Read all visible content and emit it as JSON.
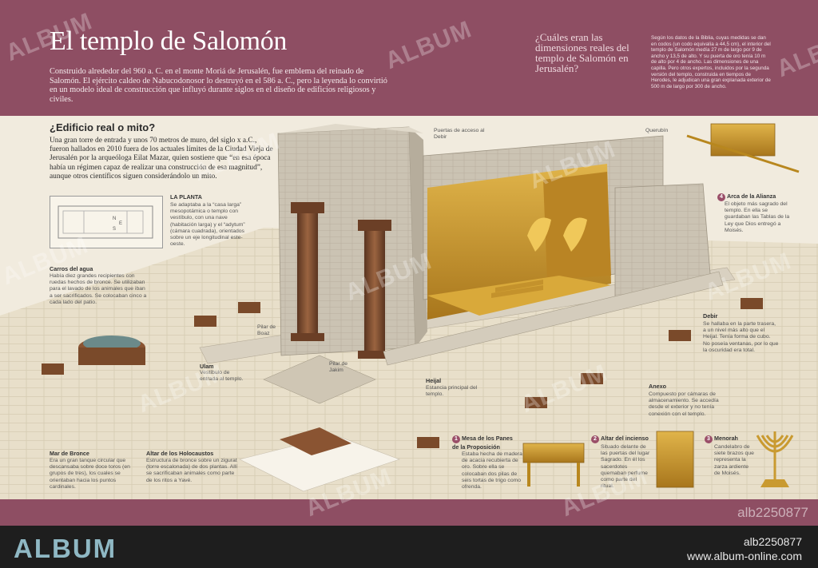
{
  "header": {
    "title": "El templo de Salomón",
    "intro": "Construido alrededor del 960 a. C. en el monte Moriá de Jerusalén, fue emblema del reinado de Salomón. El ejército caldeo de Nabucodonosor lo destruyó en el 586 a. C., pero la leyenda lo convirtió en un modelo ideal de construcción que influyó durante siglos en el diseño de edificios religiosos y civiles.",
    "question": "¿Cuáles eran las dimensiones reales del templo de Salomón en Jerusalén?",
    "dimensions": "Según los datos de la Biblia, cuyas medidas se dan en codos (un codo equivalía a 44,5 cm), el interior del templo de Salomón medía 27 m de largo por 9 de ancho y 13,5 de alto. Y su puerta de oro tenía 10 m de alto por 4 de ancho. Las dimensiones de una capilla. Pero otros expertos, incluidos por la segunda versión del templo, construida en tiempos de Herodes, le adjudican una gran explanada exterior de 500 m de largo por 300 de ancho."
  },
  "edificio": {
    "heading": "¿Edificio real o mito?",
    "text": "Una gran torre de entrada y unos 70 metros de muro, del siglo x a.C., fueron hallados en 2010 fuera de los actuales límites de la Ciudad Vieja de Jerusalén por la arqueóloga Eilat Mazar, quien sostiene que “en esa época había un régimen capaz de realizar una construcción de esa magnitud”, aunque otros científicos siguen considerándolo un mito."
  },
  "planta": {
    "title": "LA PLANTA",
    "text": "Se adaptaba a la “casa larga” mesopotámica o templo con vestíbulo, con una nave (habitación larga) y el “adytum” (cámara cuadrada), orientados sobre un eje longitudinal este-oeste.",
    "compass": [
      "N",
      "E",
      "S"
    ]
  },
  "labels": {
    "carros_title": "Carros del agua",
    "carros_text": "Había diez grandes recipientes con ruedas hechos de bronce. Se utilizaban para el lavado de los animales que iban a ser sacrificados. Se colocaban cinco a cada lado del patio.",
    "mar_title": "Mar de Bronce",
    "mar_text": "Era un gran tanque circular que descansaba sobre doce toros (en grupos de tres), los cuales se orientaban hacia los puntos cardinales.",
    "altar_holo_title": "Altar de los Holocaustos",
    "altar_holo_text": "Estructura de bronce sobre un zigurat (torre escalonada) de dos plantas. Allí se sacrificaban animales como parte de los ritos a Yavé.",
    "ulam_title": "Ulam",
    "ulam_text": "Vestíbulo de entrada al templo.",
    "boaz": "Pilar de Boaz",
    "jakim": "Pilar de Jakim",
    "heijal_title": "Heijal",
    "heijal_text": "Estancia principal del templo.",
    "puertas": "Puertas de acceso al Debir",
    "querubin": "Querubín",
    "arca_title": "Arca de la Alianza",
    "arca_text": "El objeto más sagrado del templo. En ella se guardaban las Tablas de la Ley que Dios entregó a Moisés.",
    "debir_title": "Debir",
    "debir_text": "Se hallaba en la parte trasera, a un nivel más alto que el Heijal. Tenía forma de cubo. No poseía ventanas, por lo que la oscuridad era total.",
    "anexo_title": "Anexo",
    "anexo_text": "Compuesto por cámaras de almacenamiento. Se accedía desde el exterior y no tenía conexión con el templo.",
    "mesa_title": "Mesa de los Panes de la Proposición",
    "mesa_text": "Estaba hecha de madera de acacia recubierta de oro. Sobre ella se colocaban dos pilas de seis tortas de trigo como ofrenda.",
    "altar_inc_title": "Altar del incienso",
    "altar_inc_text": "Situado delante de las puertas del lugar Sagrado. En él los sacerdotes quemaban perfume como parte del ritual.",
    "menorah_title": "Menorah",
    "menorah_text": "Candelabro de siete brazos que representa la zarza ardiente de Moisés."
  },
  "numbers": [
    "1",
    "2",
    "3",
    "4"
  ],
  "watermark": "ALBUM",
  "image_code": "alb2250877",
  "footer": {
    "logo": "ALBUM",
    "id": "alb2250877",
    "url": "www.album-online.com"
  },
  "colors": {
    "band": "#8e4e63",
    "stone": "#cfc8ba",
    "gold": "#c9962a",
    "bronze": "#7a4a2a",
    "ground": "#e6dcc6"
  }
}
